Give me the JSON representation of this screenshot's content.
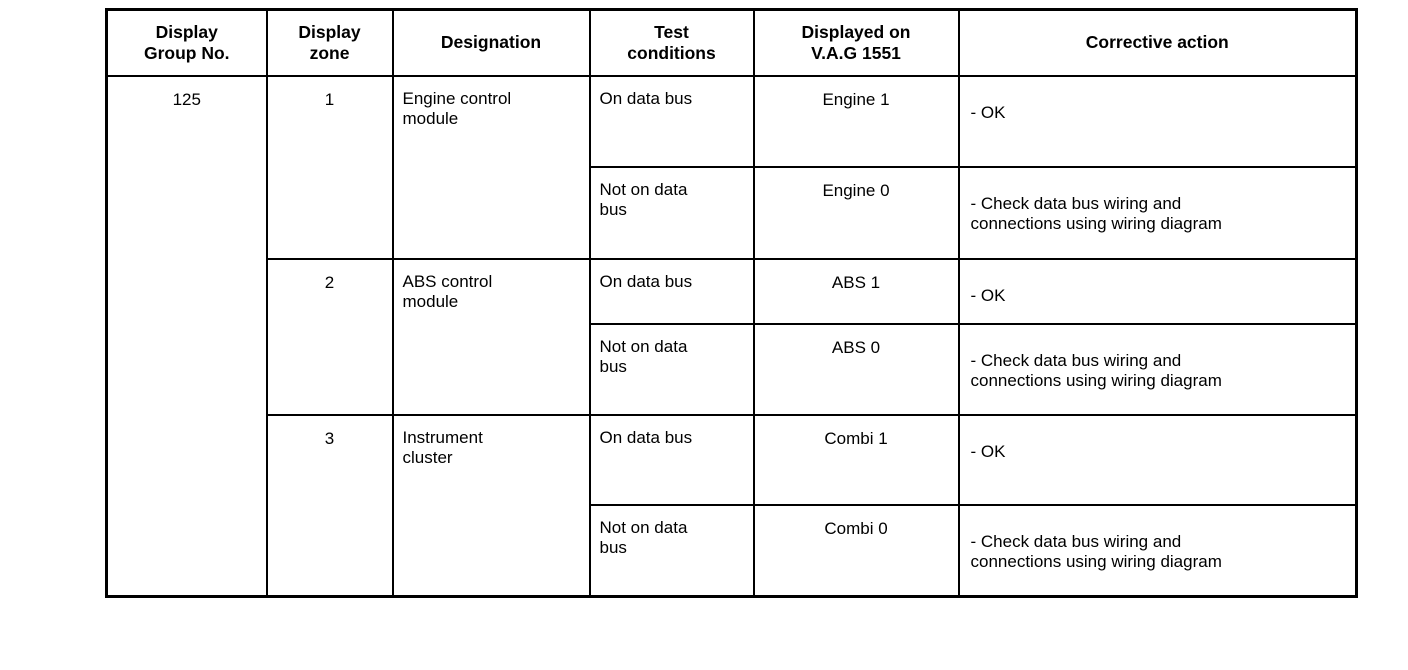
{
  "page": {
    "background_color": "#ffffff",
    "text_color": "#000000",
    "border_color": "#000000"
  },
  "table": {
    "headers": [
      "Display\nGroup No.",
      "Display\nzone",
      "Designation",
      "Test\nconditions",
      "Displayed on\nV.A.G 1551",
      "Corrective action"
    ],
    "display_group_no": "125",
    "groups": [
      {
        "zone": "1",
        "designation": "Engine control\nmodule",
        "rows": [
          {
            "test_condition": "On data bus",
            "displayed": "Engine 1",
            "corrective_action": "- OK"
          },
          {
            "test_condition": "Not on data\nbus",
            "displayed": "Engine 0",
            "corrective_action": "- Check data bus wiring and\nconnections using wiring diagram"
          }
        ]
      },
      {
        "zone": "2",
        "designation": "ABS control\nmodule",
        "rows": [
          {
            "test_condition": "On data bus",
            "displayed": "ABS 1",
            "corrective_action": "- OK"
          },
          {
            "test_condition": "Not on data\nbus",
            "displayed": "ABS 0",
            "corrective_action": "- Check data bus wiring and\nconnections using wiring diagram"
          }
        ]
      },
      {
        "zone": "3",
        "designation": "Instrument\ncluster",
        "rows": [
          {
            "test_condition": "On data bus",
            "displayed": "Combi 1",
            "corrective_action": "- OK"
          },
          {
            "test_condition": "Not on data\nbus",
            "displayed": "Combi 0",
            "corrective_action": "- Check data bus wiring and\nconnections using wiring diagram"
          }
        ]
      }
    ]
  }
}
